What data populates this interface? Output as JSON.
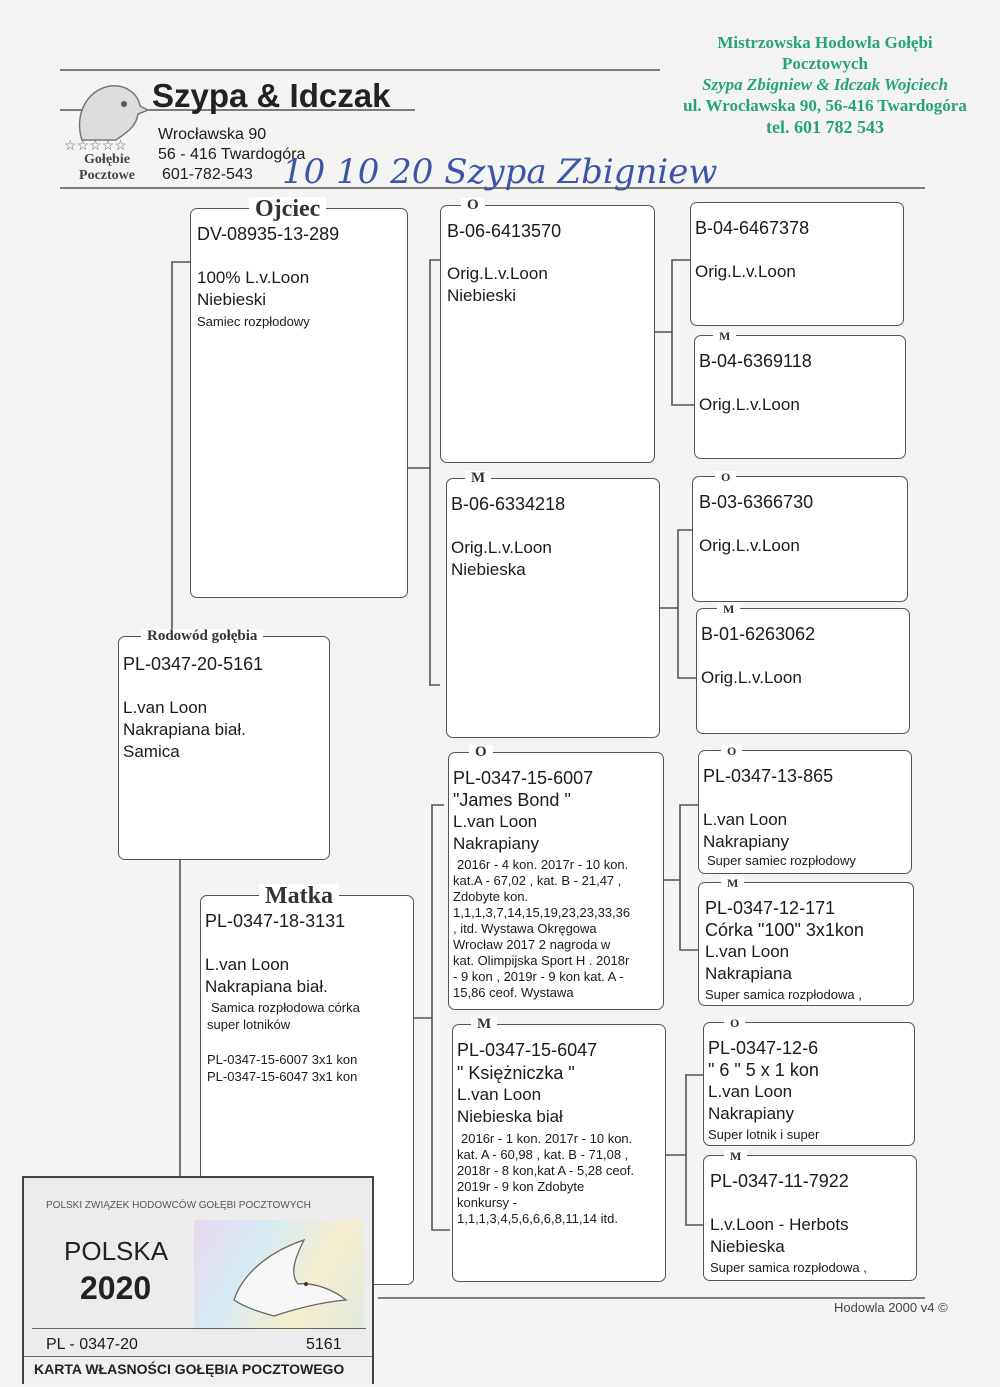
{
  "header": {
    "logo_title": "Gołębie Pocztowe",
    "logo_stars": "☆☆☆☆☆",
    "breeder": "Szypa & Idczak",
    "address_street": "Wrocławska 90",
    "address_city": "56 - 416  Twardogóra",
    "phone": "601-782-543",
    "handwritten": "10 10 20  Szypa  Zbigniew"
  },
  "stamp": {
    "line1": "Mistrzowska Hodowla Gołębi Pocztowych",
    "line2": "Szypa Zbigniew & Idczak Wojciech",
    "line3": "ul. Wrocławska 90, 56-416 Twardogóra",
    "line4": "tel. 601 782 543"
  },
  "subject": {
    "label": "Rodowód gołębia",
    "ring": "PL-0347-20-5161",
    "lines": [
      "L.van Loon",
      "Nakrapiana biał.",
      "Samica"
    ]
  },
  "father": {
    "label": "Ojciec",
    "ring": "DV-08935-13-289",
    "lines": [
      "100% L.v.Loon",
      "Niebieski"
    ],
    "note": "Samiec rozpłodowy"
  },
  "mother": {
    "label": "Matka",
    "ring": "PL-0347-18-3131",
    "lines": [
      "L.van Loon",
      "Nakrapiana biał."
    ],
    "note_lines": [
      "Samica rozpłodowa córka",
      "super lotników"
    ],
    "extra_lines": [
      "PL-0347-15-6007  3x1 kon",
      "PL-0347-15-6047  3x1 kon"
    ]
  },
  "ff": {
    "label": "O",
    "ring": "B-06-6413570",
    "lines": [
      "Orig.L.v.Loon",
      "Niebieski"
    ]
  },
  "fm": {
    "label": "M",
    "ring": "B-06-6334218",
    "lines": [
      "Orig.L.v.Loon",
      "Niebieska"
    ]
  },
  "mf": {
    "label": "O",
    "ring": "PL-0347-15-6007",
    "name": "\"James Bond \"",
    "lines": [
      "L.van Loon",
      "Nakrapiany"
    ],
    "notes": [
      "2016r - 4 kon. 2017r - 10 kon.",
      "kat.A - 67,02 , kat. B - 21,47 ,",
      "Zdobyte kon.",
      "1,1,1,3,7,14,15,19,23,23,33,36",
      ", itd. Wystawa Okręgowa",
      "Wrocław 2017  2 nagroda w",
      "kat. Olimpijska Sport H . 2018r",
      "- 9 kon , 2019r - 9 kon kat. A -",
      "15,86 ceof. Wystawa"
    ]
  },
  "mm": {
    "label": "M",
    "ring": "PL-0347-15-6047",
    "name": "\" Księżniczka \"",
    "lines": [
      "L.van Loon",
      "Niebieska biał"
    ],
    "notes": [
      "2016r - 1 kon. 2017r - 10 kon.",
      "kat. A - 60,98 , kat. B - 71,08 ,",
      "2018r - 8 kon,kat A - 5,28 ceof.",
      "2019r - 9 kon Zdobyte",
      "konkursy -",
      "1,1,1,3,4,5,6,6,6,8,11,14 itd."
    ]
  },
  "fff": {
    "label": "",
    "ring": "B-04-6467378",
    "lines": [
      "Orig.L.v.Loon"
    ]
  },
  "ffm": {
    "label": "M",
    "ring": "B-04-6369118",
    "lines": [
      "Orig.L.v.Loon"
    ]
  },
  "fmf": {
    "label": "O",
    "ring": "B-03-6366730",
    "lines": [
      "Orig.L.v.Loon"
    ]
  },
  "fmm": {
    "label": "M",
    "ring": "B-01-6263062",
    "lines": [
      "Orig.L.v.Loon"
    ]
  },
  "mff": {
    "label": "O",
    "ring": "PL-0347-13-865",
    "lines": [
      "L.van Loon",
      "Nakrapiany"
    ],
    "note": "Super samiec rozpłodowy"
  },
  "mfm": {
    "label": "M",
    "ring": "PL-0347-12-171",
    "lines": [
      "Córka \"100\" 3x1kon",
      "L.van Loon",
      "Nakrapiana"
    ],
    "note": "Super samica rozpłodowa ,"
  },
  "mmf": {
    "label": "O",
    "ring": "PL-0347-12-6",
    "lines": [
      "\" 6 \"  5 x 1 kon",
      "L.van Loon",
      "Nakrapiany"
    ],
    "note": "Super lotnik i super"
  },
  "mmm": {
    "label": "M",
    "ring": "PL-0347-11-7922",
    "lines": [
      "L.v.Loon - Herbots",
      "Niebieska"
    ],
    "note": "Super samica rozpłodowa ,"
  },
  "card": {
    "org": "POLSKI ZWIĄZEK HODOWCÓW GOŁĘBI POCZTOWYCH",
    "country": "POLSKA",
    "year": "2020",
    "ring_prefix": "PL - 0347-20",
    "ring_number": "5161",
    "footer": "KARTA WŁASNOŚCI GOŁĘBIA POCZTOWEGO"
  },
  "footer": {
    "software": "Hodowla 2000 v4 ©"
  }
}
